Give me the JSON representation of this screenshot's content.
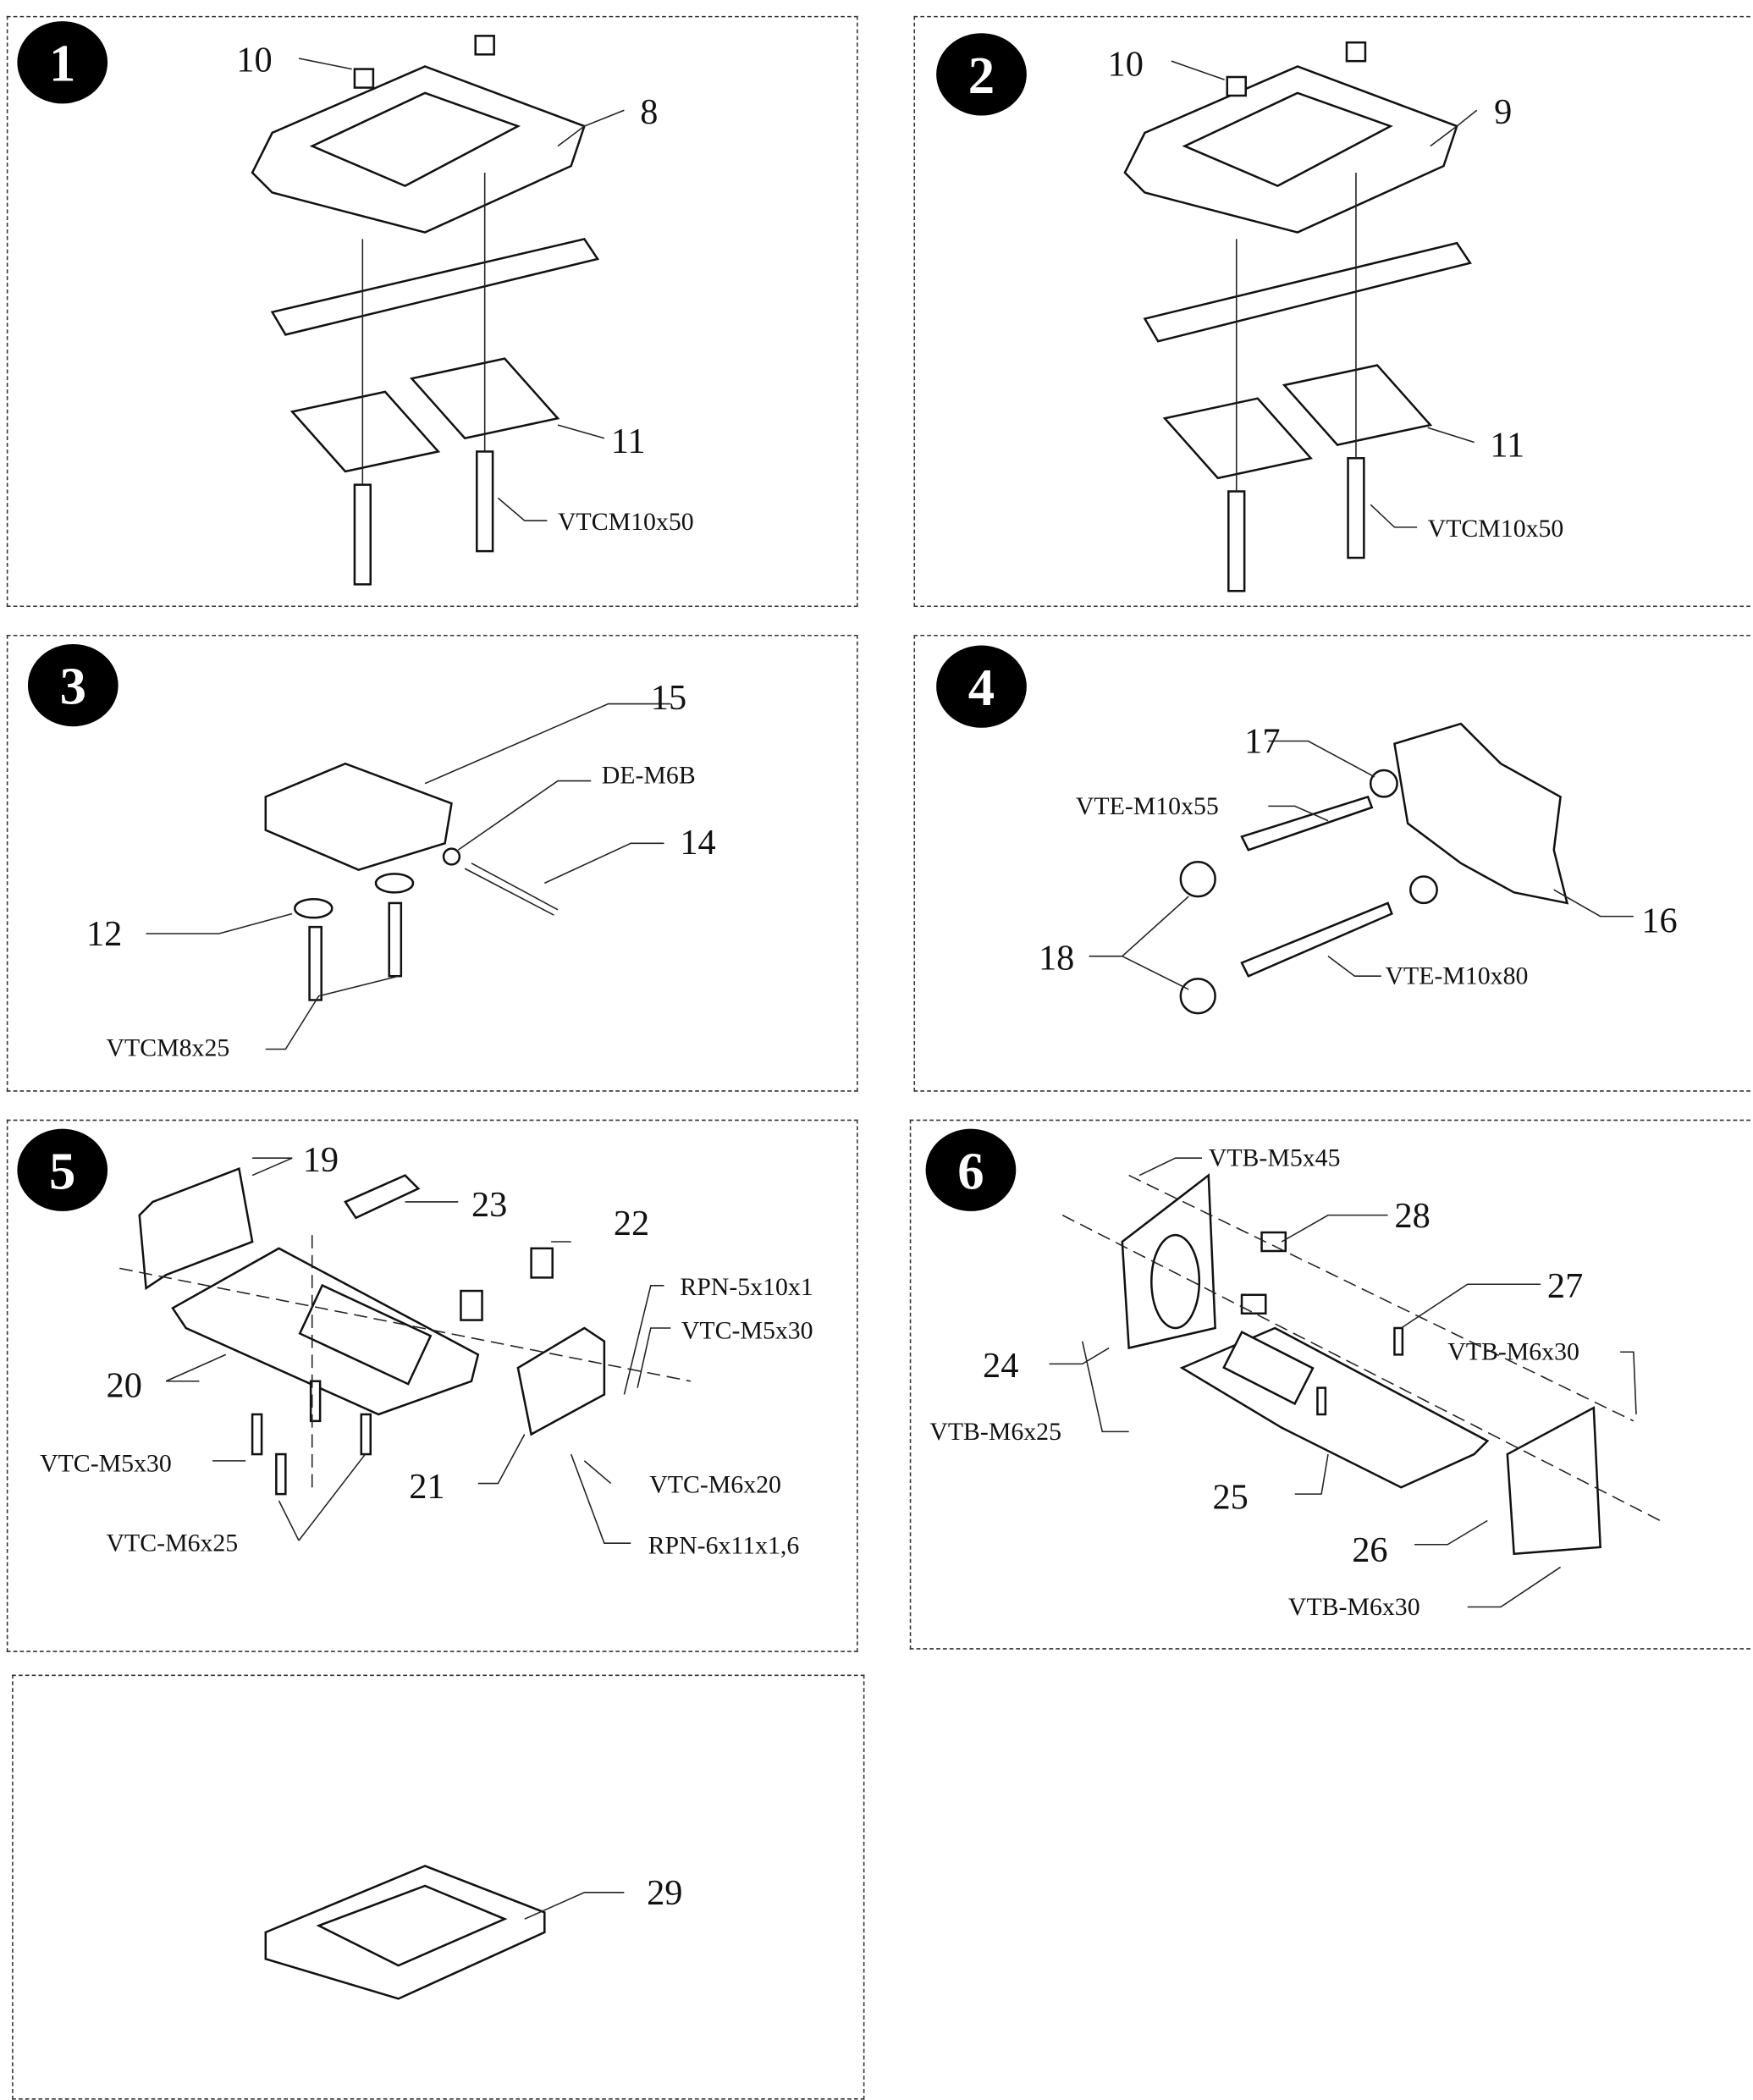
{
  "panels": [
    {
      "badge": "1",
      "labels": [
        "10",
        "8",
        "11",
        "VTCM10x50"
      ]
    },
    {
      "badge": "2",
      "labels": [
        "10",
        "9",
        "11",
        "VTCM10x50"
      ]
    },
    {
      "badge": "3",
      "labels": [
        "15",
        "DE-M6B",
        "14",
        "12",
        "VTCM8x25"
      ]
    },
    {
      "badge": "4",
      "labels": [
        "17",
        "VTE-M10x55",
        "16",
        "18",
        "VTE-M10x80"
      ]
    },
    {
      "badge": "5",
      "labels": [
        "19",
        "23",
        "22",
        "RPN-5x10x1",
        "VTC-M5x30",
        "20",
        "VTC-M5x30",
        "21",
        "VTC-M6x20",
        "VTC-M6x25",
        "RPN-6x11x1,6"
      ]
    },
    {
      "badge": "6",
      "labels": [
        "VTB-M5x45",
        "28",
        "27",
        "24",
        "VTB-M6x30",
        "VTB-M6x25",
        "25",
        "26",
        "VTB-M6x30"
      ]
    },
    {
      "labels": [
        "29"
      ]
    }
  ]
}
